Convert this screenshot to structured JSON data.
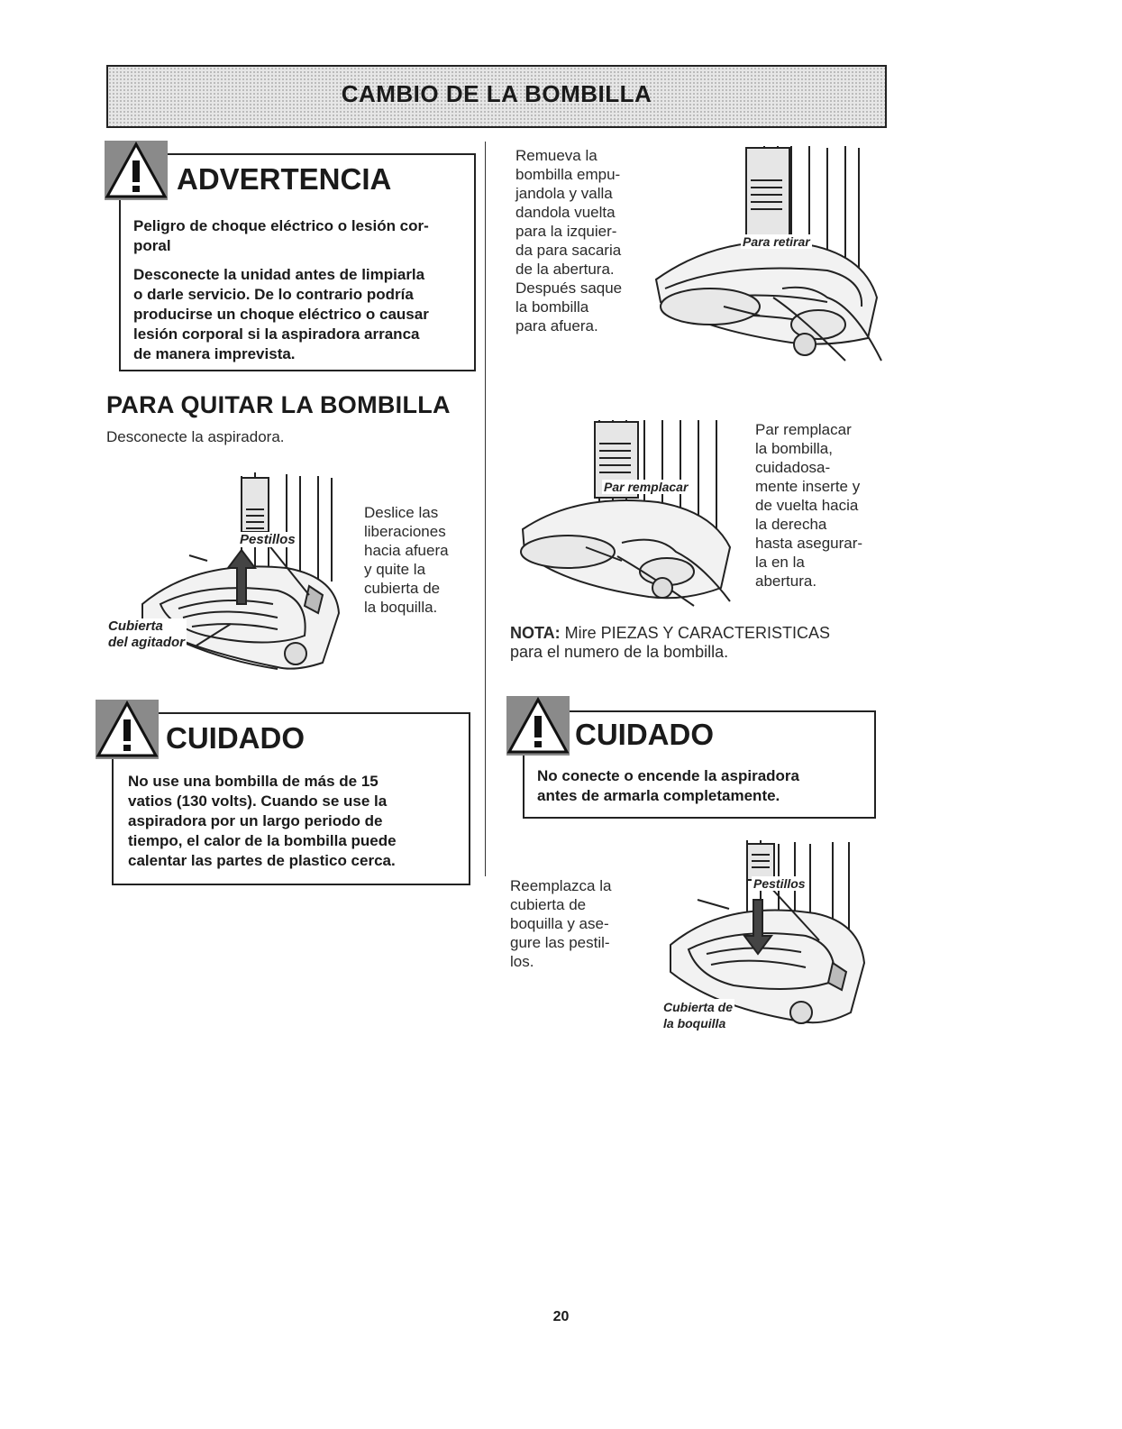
{
  "banner": {
    "title": "CAMBIO DE LA BOMBILLA"
  },
  "advertencia": {
    "title": "ADVERTENCIA",
    "line1": "Peligro de choque eléctrico o lesión cor-",
    "line2": "poral",
    "body": [
      "Desconecte la unidad antes de limpiarla",
      "o darle servicio. De lo contrario podría",
      "producirse un choque eléctrico o causar",
      "lesión corporal si la aspiradora arranca",
      "de manera imprevista."
    ]
  },
  "remove_section": {
    "heading": "PARA QUITAR LA BOMBILLA",
    "intro": "Desconecte la aspiradora.",
    "step_text": [
      "Deslice las",
      "liberaciones",
      "hacia afuera",
      "y quite la",
      "cubierta de",
      "la boquilla."
    ],
    "callout_latches": "Pestillos",
    "callout_cover": [
      "Cubierta",
      "del agitador"
    ]
  },
  "cuidado_left": {
    "title": "CUIDADO",
    "body": [
      "No use una bombilla de más de 15",
      "vatios (130 volts). Cuando se use la",
      "aspiradora por un largo periodo de",
      "tiempo, el calor de la bombilla puede",
      "calentar las partes de plastico cerca."
    ]
  },
  "remove_bulb": {
    "text": [
      "Remueva la",
      "bombilla empu-",
      "jandola y valla",
      "dandola vuelta",
      "para la izquier-",
      "da para sacaria",
      "de la abertura.",
      "Después saque",
      "la bombilla",
      "para afuera."
    ],
    "callout": "Para retirar"
  },
  "replace_bulb": {
    "text": [
      "Par remplacar",
      "la bombilla,",
      "cuidadosa-",
      "mente inserte y",
      "de vuelta hacia",
      "la derecha",
      "hasta asegurar-",
      "la en la",
      "abertura."
    ],
    "callout": "Par remplacar"
  },
  "nota": {
    "label": "NOTA:",
    "line1": " Mire PIEZAS Y CARACTERISTICAS",
    "line2": "para el numero de la bombilla."
  },
  "cuidado_right": {
    "title": "CUIDADO",
    "body": [
      "No conecte o encende la aspiradora",
      "antes de armarla completamente."
    ]
  },
  "replace_cover": {
    "text": [
      "Reemplazca la",
      "cubierta de",
      "boquilla y ase-",
      "gure las pestil-",
      "los."
    ],
    "callout_latches": "Pestillos",
    "callout_cover": [
      "Cubierta de",
      "la boquilla"
    ]
  },
  "page_number": "20",
  "icons": [
    "warning-triangle-icon"
  ]
}
